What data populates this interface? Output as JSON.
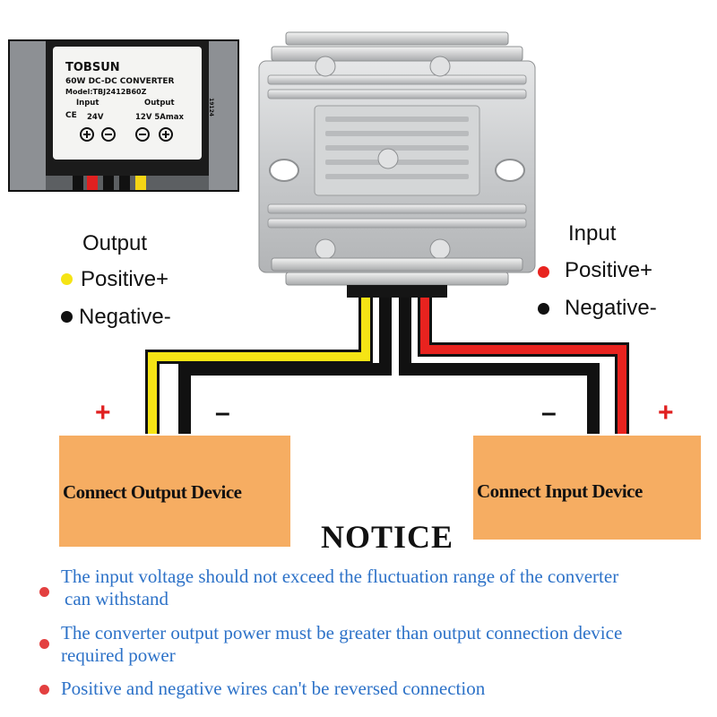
{
  "inset_label": {
    "brand": "TOBSUN",
    "title": "60W DC-DC CONVERTER",
    "model": "Model:TBJ2412B60Z",
    "input_heading": "Input",
    "output_heading": "Output",
    "certification": "CE",
    "input_voltage": "24V",
    "output_rating": "12V 5Amax",
    "side_code": "19124"
  },
  "output_legend": {
    "title": "Output",
    "positive": "Positive+",
    "negative": "Negative-"
  },
  "input_legend": {
    "title": "Input",
    "positive": "Positive+",
    "negative": "Negative-"
  },
  "terminals": {
    "output_plus": "+",
    "output_minus": "–",
    "input_minus": "–",
    "input_plus": "+"
  },
  "boxes": {
    "output_device": "Connect Output Device",
    "input_device": "Connect Input Device"
  },
  "notice": {
    "title": "NOTICE",
    "items": [
      {
        "line1": "The input voltage  should not exceed the fluctuation range of the converter",
        "line2": "can withstand"
      },
      {
        "line1": "The converter output power must be  greater than output connection device",
        "line2": "required power"
      },
      {
        "line1": "Positive and negative wires can't be  reversed connection",
        "line2": ""
      }
    ]
  },
  "colors": {
    "wire_positive_output": "#f5e415",
    "wire_positive_input": "#e8231f",
    "wire_negative": "#111111",
    "device_box": "#f6ad62",
    "notice_text": "#2d72c8",
    "bullet": "#e34040",
    "terminal_sign": "#e02020"
  }
}
